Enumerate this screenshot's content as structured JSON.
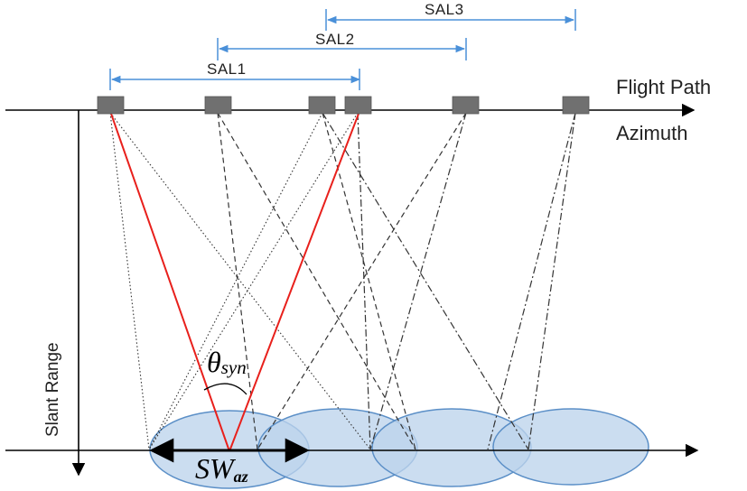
{
  "labels": {
    "sal1": "SAL1",
    "sal2": "SAL2",
    "sal3": "SAL3",
    "flight_path": "Flight Path",
    "azimuth": "Azimuth",
    "slant_range": "Slant Range",
    "theta_symbol": "θ",
    "theta_sub": "syn",
    "sw_symbol": "SW",
    "sw_sub": "az"
  },
  "colors": {
    "ellipse_fill": "#bcd4ec",
    "ellipse_stroke": "#5b8fc7",
    "sal_arrow": "#4a90d9",
    "antenna": "#707070",
    "red_beam": "#e8201c",
    "axis": "#000000"
  }
}
